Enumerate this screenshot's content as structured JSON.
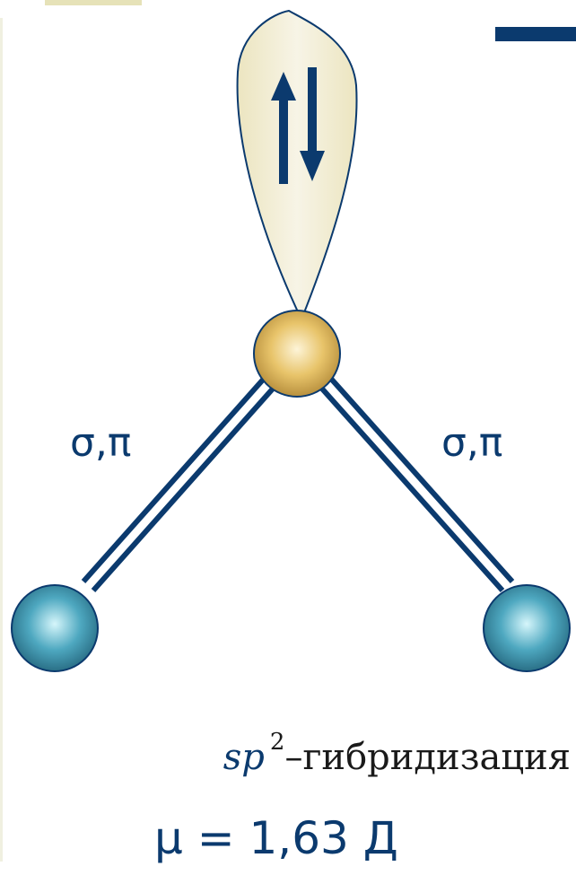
{
  "labels": {
    "bond_left": "σ,π",
    "bond_right": "σ,π",
    "hybridization_sp": "sp",
    "hybridization_exp": "2",
    "hybridization_text": "–гибридизация",
    "dipole": "μ = 1,63 Д"
  },
  "colors": {
    "bond": "#0b3a6e",
    "central_atom": "#e8c46a",
    "outer_atom": "#4ea8c0",
    "lone_pair_lobe": "#f1ecd2",
    "arrow": "#0b3a6e",
    "accent_bar": "#0b3a6e",
    "left_dots": "#cfcf9a"
  },
  "icons": {
    "electron_up": "up-arrow",
    "electron_down": "down-arrow"
  }
}
